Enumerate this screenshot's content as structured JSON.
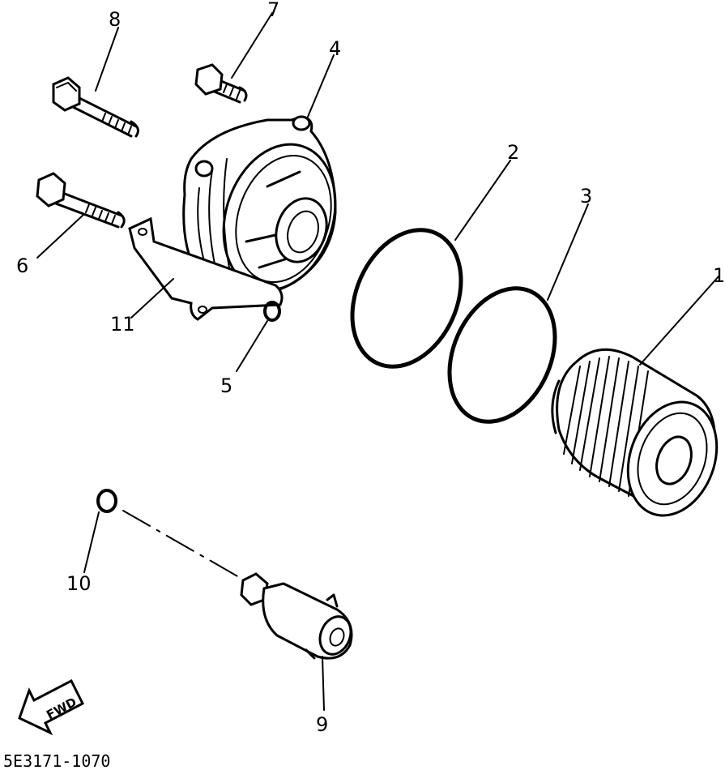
{
  "diagram": {
    "callouts": [
      {
        "id": "1",
        "text": "1"
      },
      {
        "id": "2",
        "text": "2"
      },
      {
        "id": "3",
        "text": "3"
      },
      {
        "id": "4",
        "text": "4"
      },
      {
        "id": "5",
        "text": "5"
      },
      {
        "id": "6",
        "text": "6"
      },
      {
        "id": "7",
        "text": "7"
      },
      {
        "id": "8",
        "text": "8"
      },
      {
        "id": "9",
        "text": "9"
      },
      {
        "id": "10",
        "text": "10"
      },
      {
        "id": "11",
        "text": "11"
      }
    ],
    "direction_label": "FWD",
    "part_code": "5E3171-1070"
  }
}
